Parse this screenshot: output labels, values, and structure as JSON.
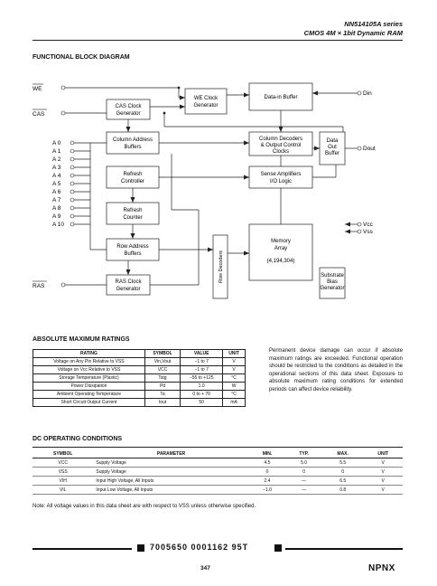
{
  "header": {
    "series": "NN514105A series",
    "subtitle": "CMOS 4M × 1bit Dynamic RAM"
  },
  "block_diagram": {
    "title": "FUNCTIONAL BLOCK DIAGRAM",
    "signals": {
      "we": "WE",
      "cas": "CAS",
      "ras": "RAS",
      "din": "Din",
      "dout": "Dout",
      "vcc": "Vcc",
      "vss": "Vss"
    },
    "address_pins": [
      "A 0",
      "A 1",
      "A 2",
      "A 3",
      "A 4",
      "A 5",
      "A 6",
      "A 7",
      "A 8",
      "A 9",
      "A 10"
    ],
    "blocks": {
      "cas_clock_1": "CAS Clock",
      "cas_clock_2": "Generator",
      "we_clock_1": "WE Clock",
      "we_clock_2": "Generator",
      "data_in": "Data-in Buffer",
      "col_addr_1": "Column Address",
      "col_addr_2": "Buffers",
      "col_dec_1": "Column Decoders",
      "col_dec_2": "& Output Control",
      "col_dec_3": "Clocks",
      "data_out_1": "Data",
      "data_out_2": "Out",
      "data_out_3": "Buffer",
      "refresh_ctrl_1": "Refresh",
      "refresh_ctrl_2": "Controller",
      "sense_1": "Sense Amplifiers",
      "sense_2": "I/O Logic",
      "refresh_cnt_1": "Refresh",
      "refresh_cnt_2": "Counter",
      "row_addr_1": "Row Address",
      "row_addr_2": "Buffers",
      "row_dec": "Row Decoders",
      "memory_1": "Memory",
      "memory_2": "Array",
      "memory_3": "(4,194,304)",
      "substrate_1": "Substrate",
      "substrate_2": "Bias",
      "substrate_3": "Generator",
      "ras_clock_1": "RAS Clock",
      "ras_clock_2": "Generator"
    }
  },
  "abs_max": {
    "title": "ABSOLUTE MAXIMUM RATINGS",
    "headers": [
      "RATING",
      "SYMBOL",
      "VALUE",
      "UNIT"
    ],
    "rows": [
      [
        "Voltage on Any Pin Relative to VSS",
        "Vin,Vout",
        "−1 to 7",
        "V"
      ],
      [
        "Voltage on Vcc Relative to VSS",
        "VCC",
        "−1 to 7",
        "V"
      ],
      [
        "Storage Temperature (Plastic)",
        "Tstg",
        "−55 to +125",
        "°C"
      ],
      [
        "Power Dissipation",
        "Pd",
        "1.0",
        "W"
      ],
      [
        "Ambient Operating Temperature",
        "Ta",
        "0 to + 70",
        "°C"
      ],
      [
        "Short Circuit Output Current",
        "Iout",
        "50",
        "mA"
      ]
    ],
    "paragraph": "Permanent device damage can occur if absolute maximum ratings are exceeded. Functional operation should be restricted to the conditions as detailed in the operational sections of this data sheet. Exposure to absolute maximum rating conditions for extended periods can affect device reliability."
  },
  "dc": {
    "title": "DC OPERATING CONDITIONS",
    "headers": [
      "SYMBOL",
      "PARAMETER",
      "MIN.",
      "TYP.",
      "MAX.",
      "UNIT"
    ],
    "rows": [
      [
        "VCC",
        "Supply Voltage",
        "4.5",
        "5.0",
        "5.5",
        "V"
      ],
      [
        "VSS",
        "Supply Voltage",
        "0",
        "0",
        "0",
        "V"
      ],
      [
        "VIH",
        "Input High Voltage, All Inputs",
        "2.4",
        "—",
        "6.5",
        "V"
      ],
      [
        "VIL",
        "Input Low Voltage, All Inputs",
        "−1.0",
        "—",
        "0.8",
        "V"
      ]
    ],
    "note": "Note:  All voltage values in this data sheet are with respect to VSS unless otherwise specified."
  },
  "footer": {
    "barcode": "7005650 0001162 95T",
    "page": "347",
    "logo": "NPNX"
  }
}
